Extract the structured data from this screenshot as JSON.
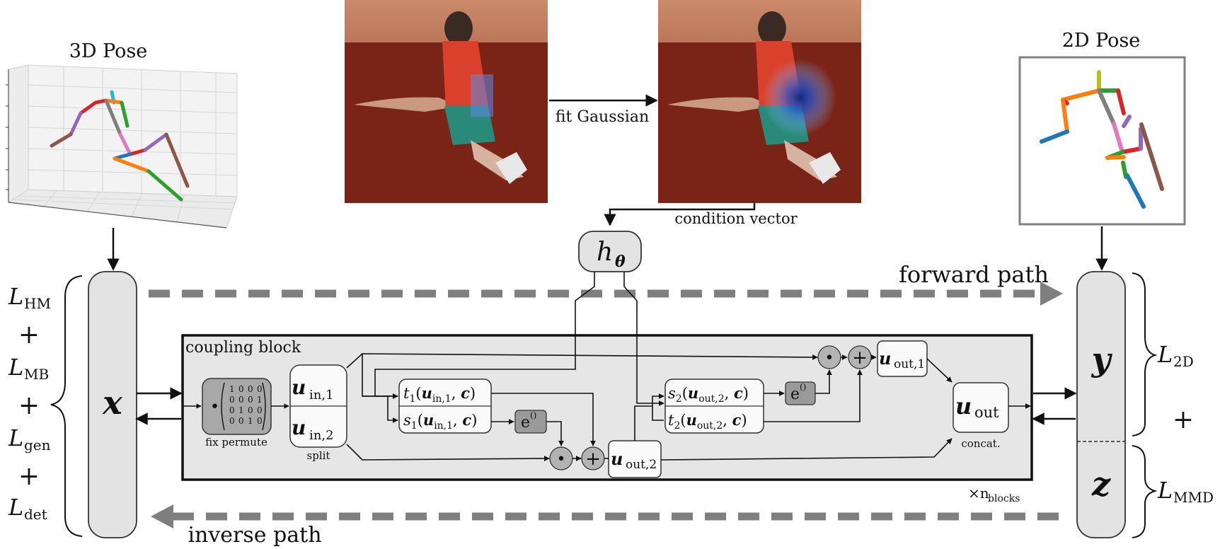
{
  "titles": {
    "pose3d": "3D Pose",
    "pose2d": "2D Pose"
  },
  "edges": {
    "fit_gaussian": "fit Gaussian",
    "condition_vector": "condition vector",
    "forward_path": "forward path",
    "inverse_path": "inverse path"
  },
  "condition_net": {
    "label": "h",
    "sub": "θ"
  },
  "variables": {
    "x": "x",
    "y": "y",
    "z": "z"
  },
  "losses_left": [
    {
      "base": "L",
      "sub": "HM"
    },
    {
      "op": "+"
    },
    {
      "base": "L",
      "sub": "MB"
    },
    {
      "op": "+"
    },
    {
      "base": "L",
      "sub": "gen"
    },
    {
      "op": "+"
    },
    {
      "base": "L",
      "sub": "det"
    }
  ],
  "losses_right": {
    "top": {
      "base": "L",
      "sub": "2D"
    },
    "op": "+",
    "bottom": {
      "base": "L",
      "sub": "MMD"
    }
  },
  "block": {
    "title": "coupling block",
    "repeat": "×n",
    "repeat_sub": "blocks",
    "permute_label": "fix permute",
    "permute_matrix": [
      [
        1,
        0,
        0,
        0
      ],
      [
        0,
        0,
        0,
        1
      ],
      [
        0,
        1,
        0,
        0
      ],
      [
        0,
        0,
        1,
        0
      ]
    ],
    "split_label": "split",
    "u_in1": {
      "base": "u",
      "sub": "in,1"
    },
    "u_in2": {
      "base": "u",
      "sub": "in,2"
    },
    "t1": {
      "fn": "t",
      "idx": "1",
      "arg": "u",
      "arg_sub": "in,1",
      "cond": "c"
    },
    "s1": {
      "fn": "s",
      "idx": "1",
      "arg": "u",
      "arg_sub": "in,1",
      "cond": "c"
    },
    "s2": {
      "fn": "s",
      "idx": "2",
      "arg": "u",
      "arg_sub": "out,2",
      "cond": "c"
    },
    "t2": {
      "fn": "t",
      "idx": "2",
      "arg": "u",
      "arg_sub": "out,2",
      "cond": "c"
    },
    "exp": {
      "base": "e",
      "sup": "()"
    },
    "u_out1": {
      "base": "u",
      "sub": "out,1"
    },
    "u_out2": {
      "base": "u",
      "sub": "out,2"
    },
    "u_out": {
      "base": "u",
      "sub": "out"
    },
    "concat_label": "concat.",
    "mul_symbol": "•",
    "add_symbol": "+"
  },
  "colors": {
    "box_fill": "#e3e3e3",
    "dashed_arrow": "#7f7f7f",
    "carpet": "#7a2418",
    "pose_frame": "#808080"
  },
  "icons": [
    "photo-input-image",
    "photo-heatmap-image",
    "pose3d-plot",
    "pose2d-plot"
  ]
}
